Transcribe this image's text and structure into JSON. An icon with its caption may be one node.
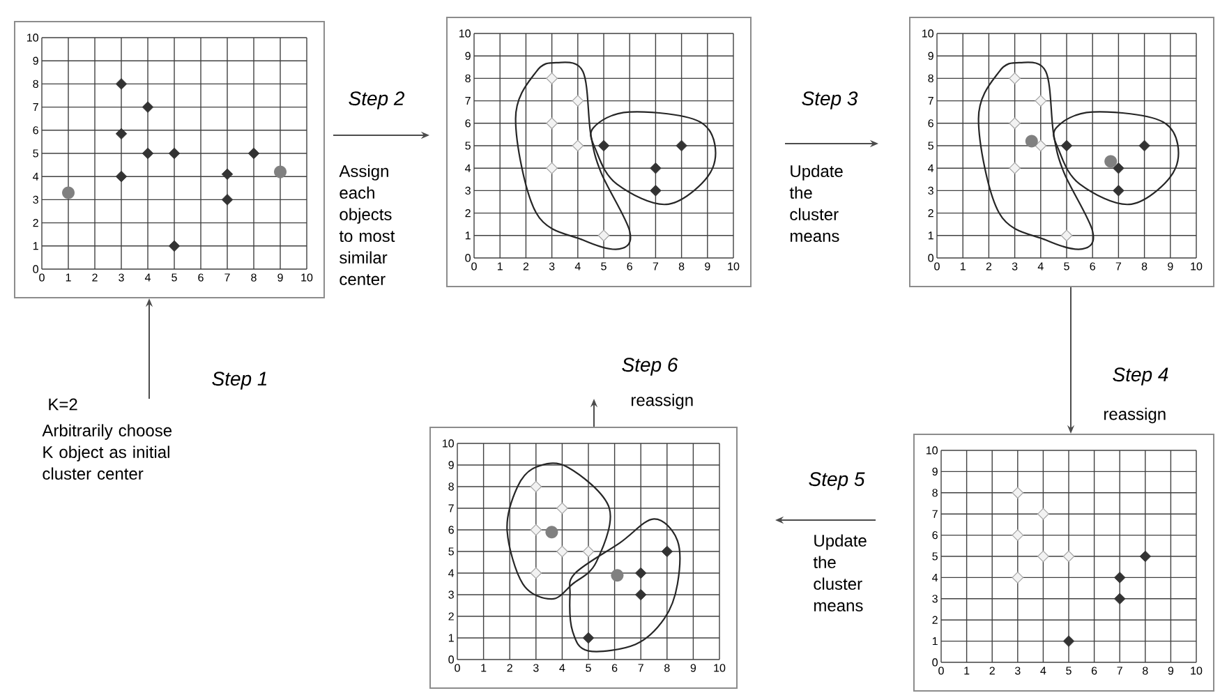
{
  "diagram": {
    "nodes": [
      {
        "text": [],
        "shape": "picture"
      },
      {
        "text": [],
        "shape": "picture"
      },
      {
        "text": [],
        "shape": "picture"
      },
      {
        "text": [],
        "shape": "picture"
      },
      {
        "text": [],
        "shape": "picture"
      }
    ],
    "edges": [
      {
        "from": 0,
        "to": 1,
        "arrow": "to",
        "label": "Step 2"
      },
      {
        "from": 1,
        "to": 2,
        "arrow": "to",
        "label": "Step 3"
      },
      {
        "from": 2,
        "to": 4,
        "arrow": "to",
        "label": "Step 4"
      },
      {
        "from": 4,
        "to": 3,
        "arrow": "to",
        "label": "Step 5"
      },
      {
        "from": 3,
        "to": null,
        "arrow": "to",
        "label": "Step 6"
      },
      {
        "from": null,
        "to": 0,
        "arrow": "to",
        "label": "Step 1"
      }
    ],
    "labels": [
      "Assign each objects to most similar center",
      "Update the cluster means",
      "K=2",
      "Arbitrarily choose K object as initial cluster center",
      "reassign",
      "reassign",
      "Update the cluster means",
      "0",
      "1",
      "2",
      "3",
      "4",
      "5",
      "6",
      "7",
      "8",
      "9",
      "10",
      "0",
      "1",
      "2",
      "3",
      "4",
      "5",
      "6",
      "7",
      "8",
      "9",
      "10",
      "0",
      "1",
      "2",
      "3",
      "4",
      "5",
      "6",
      "7",
      "8",
      "9",
      "10",
      "0",
      "1",
      "2",
      "3",
      "4",
      "5",
      "6",
      "7",
      "8",
      "9",
      "10",
      "0",
      "1",
      "2",
      "3",
      "4",
      "5",
      "6",
      "7",
      "8",
      "9",
      "10",
      "0",
      "1",
      "2",
      "3",
      "4",
      "5",
      "6",
      "7",
      "8",
      "9",
      "10",
      "0",
      "1",
      "2",
      "3",
      "4",
      "5",
      "6",
      "7",
      "8",
      "9",
      "10",
      "0",
      "1",
      "2",
      "3",
      "4",
      "5",
      "6",
      "7",
      "8",
      "9",
      "10",
      "0",
      "1",
      "2",
      "3",
      "4",
      "5",
      "6",
      "7",
      "8",
      "9",
      "10",
      "0",
      "1",
      "2",
      "3",
      "4",
      "5",
      "6",
      "7",
      "8",
      "9",
      "10"
    ]
  }
}
